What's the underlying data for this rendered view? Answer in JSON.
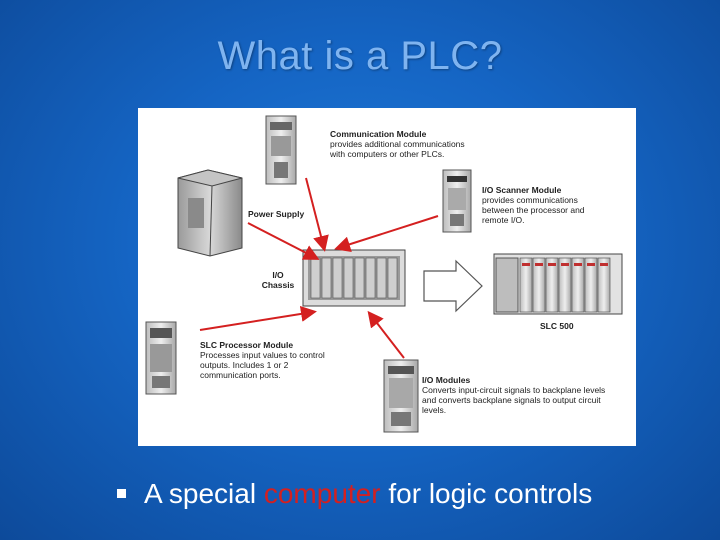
{
  "slide": {
    "title": "What is a PLC?"
  },
  "diagram": {
    "labels": {
      "comm_title": "Communication Module",
      "comm_desc": "provides additional communications with computers or other PLCs.",
      "power": "Power Supply",
      "io_scanner_title": "I/O Scanner Module",
      "io_scanner_desc": "provides communications between the processor and remote I/O.",
      "chassis": "I/O Chassis",
      "slc500": "SLC 500",
      "proc_title": "SLC Processor Module",
      "proc_desc": "Processes input values to control outputs. Includes 1 or 2 communication ports.",
      "io_modules_title": "I/O Modules",
      "io_modules_desc": "Converts input-circuit signals to backplane levels and converts backplane signals to output circuit levels."
    },
    "arrow_color": "#d42020"
  },
  "bullet": {
    "prefix": "A special ",
    "highlight": "computer",
    "suffix": " for logic controls",
    "highlight_color": "#d32020"
  }
}
